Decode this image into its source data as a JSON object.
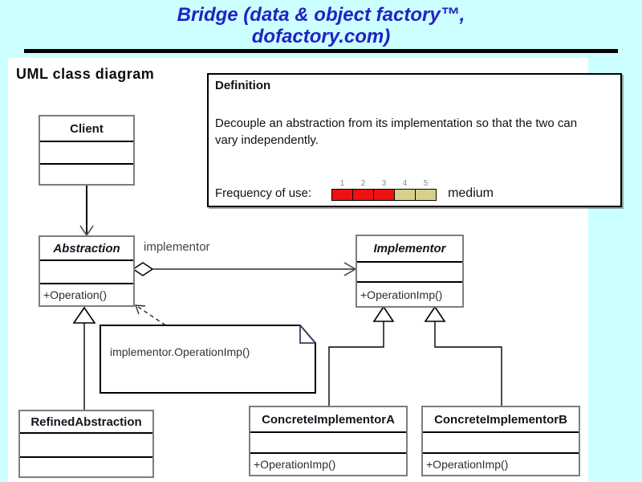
{
  "page": {
    "bg_color": "#ccffff",
    "title_color": "#2222c4",
    "title_line1": "Bridge (data & object factory™,",
    "title_line2": "dofactory.com)"
  },
  "diagram": {
    "heading": "UML class diagram",
    "association_label": "implementor",
    "note_text": "implementor.OperationImp()"
  },
  "definition": {
    "heading": "Definition",
    "body": "Decouple an abstraction from its implementation so that the two can vary independently.",
    "frequency_label": "Frequency of use:",
    "frequency_value": "medium",
    "scale": [
      "1",
      "2",
      "3",
      "4",
      "5"
    ],
    "filled_count": 3,
    "filled_color": "#ee1111",
    "empty_color": "#d6d189"
  },
  "classes": {
    "client": {
      "name": "Client",
      "operation": ""
    },
    "abstraction": {
      "name": "Abstraction",
      "operation": "+Operation()"
    },
    "implementor": {
      "name": "Implementor",
      "operation": "+OperationImp()"
    },
    "refined": {
      "name": "RefinedAbstraction",
      "operation": ""
    },
    "concrete_a": {
      "name": "ConcreteImplementorA",
      "operation": "+OperationImp()"
    },
    "concrete_b": {
      "name": "ConcreteImplementorB",
      "operation": "+OperationImp()"
    }
  }
}
